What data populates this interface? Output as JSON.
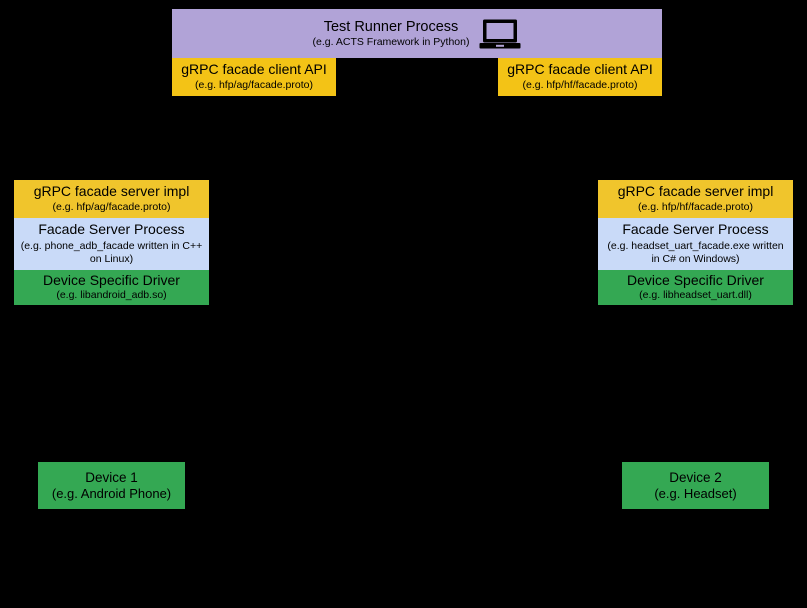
{
  "diagram": {
    "background_color": "#000000",
    "palette": {
      "purple": "#B1A3D7",
      "yellow_client": "#F3C316",
      "yellow_impl": "#F0C52C",
      "blue": "#C9DAF8",
      "green": "#34A853",
      "text": "#000000"
    }
  },
  "test_runner": {
    "title": "Test Runner Process",
    "subtitle": "(e.g. ACTS Framework in Python)",
    "icon": "laptop-icon"
  },
  "client_apis": [
    {
      "title": "gRPC facade client API",
      "subtitle": "(e.g. hfp/ag/facade.proto)"
    },
    {
      "title": "gRPC facade client API",
      "subtitle": "(e.g. hfp/hf/facade.proto)"
    }
  ],
  "facade_stacks": [
    {
      "side": "left",
      "server_impl": {
        "title": "gRPC facade server impl",
        "subtitle": "(e.g. hfp/ag/facade.proto)"
      },
      "server_process": {
        "title": "Facade Server Process",
        "subtitle": "(e.g. phone_adb_facade written in C++ on Linux)"
      },
      "driver": {
        "title": "Device Specific Driver",
        "subtitle": "(e.g. libandroid_adb.so)"
      }
    },
    {
      "side": "right",
      "server_impl": {
        "title": "gRPC facade server impl",
        "subtitle": "(e.g. hfp/hf/facade.proto)"
      },
      "server_process": {
        "title": "Facade Server Process",
        "subtitle": "(e.g. headset_uart_facade.exe written in C# on Windows)"
      },
      "driver": {
        "title": "Device Specific Driver",
        "subtitle": "(e.g. libheadset_uart.dll)"
      }
    }
  ],
  "devices": [
    {
      "title": "Device 1",
      "subtitle": "(e.g. Android Phone)"
    },
    {
      "title": "Device 2",
      "subtitle": "(e.g. Headset)"
    }
  ]
}
